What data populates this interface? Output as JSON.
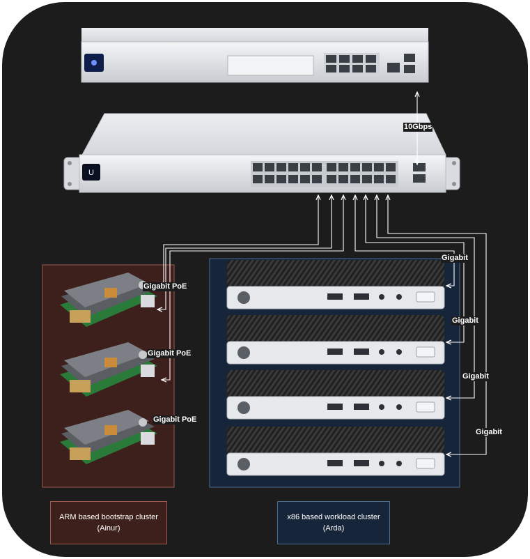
{
  "diagram": {
    "link_labels": {
      "uplink": "10Gbps",
      "arm_links": [
        "Gigabit PoE",
        "Gigabit PoE",
        "Gigabit PoE"
      ],
      "x86_links": [
        "Gigabit",
        "Gigabit",
        "Gigabit",
        "Gigabit"
      ]
    },
    "clusters": {
      "arm": {
        "line1": "ARM based bootstrap cluster",
        "line2": "(Ainur)"
      },
      "x86": {
        "line1": "x86 based workload cluster",
        "line2": "(Arda)"
      }
    },
    "devices": {
      "nodes": {
        "x86_count": 4,
        "arm_count": 3
      }
    }
  }
}
